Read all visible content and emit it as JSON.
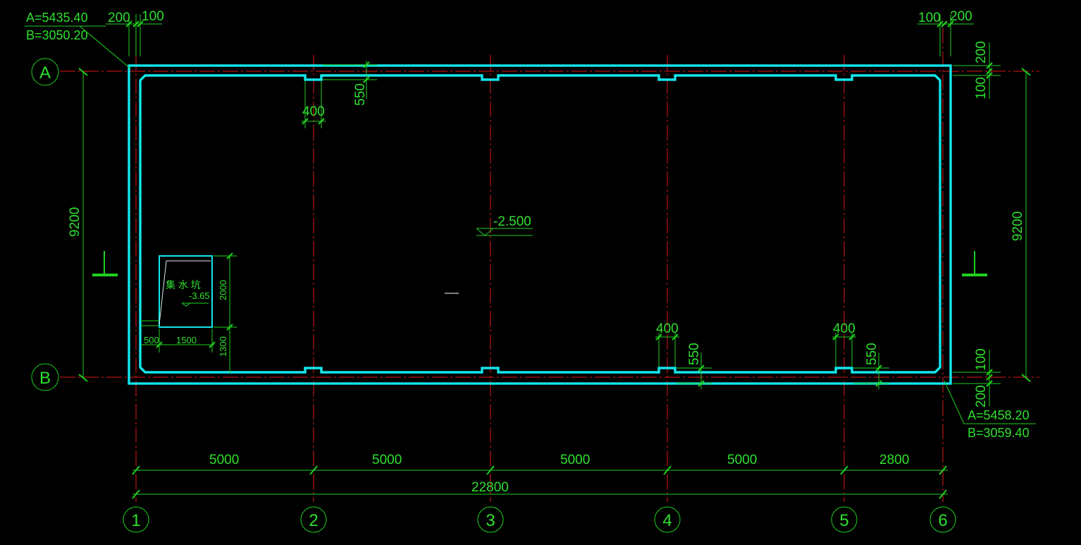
{
  "colors": {
    "background": "#000000",
    "wall": "#13e6ec",
    "dimension": "#1fd01f",
    "axis_line": "#e01818"
  },
  "coords": {
    "top_left": {
      "a": "A=5435.40",
      "b": "B=3050.20"
    },
    "bottom_right": {
      "a": "A=5458.20",
      "b": "B=3059.40"
    }
  },
  "axes": {
    "rows": [
      "A",
      "B"
    ],
    "columns": [
      "1",
      "2",
      "3",
      "4",
      "5",
      "6"
    ]
  },
  "dims": {
    "top_left_200": "200",
    "top_left_100": "100",
    "top_right_100": "100",
    "top_right_200": "200",
    "right_top_200": "200",
    "right_top_100": "100",
    "right_bot_100": "100",
    "right_bot_200": "200",
    "pilaster_width_top": "400",
    "pilaster_depth_top": "550",
    "pilaster_width_b4": "400",
    "pilaster_depth_b4": "550",
    "pilaster_width_b5": "400",
    "pilaster_depth_b5": "550",
    "left_height": "9200",
    "right_height": "9200",
    "spans": [
      "5000",
      "5000",
      "5000",
      "5000",
      "2800"
    ],
    "total_length": "22800",
    "pit_height": "2000",
    "pit_offset": "1300",
    "pit_left": "500",
    "pit_width": "1500"
  },
  "elevation": "-2.500",
  "sump": {
    "name": "集 水 坑",
    "elevation": "-3.65"
  }
}
